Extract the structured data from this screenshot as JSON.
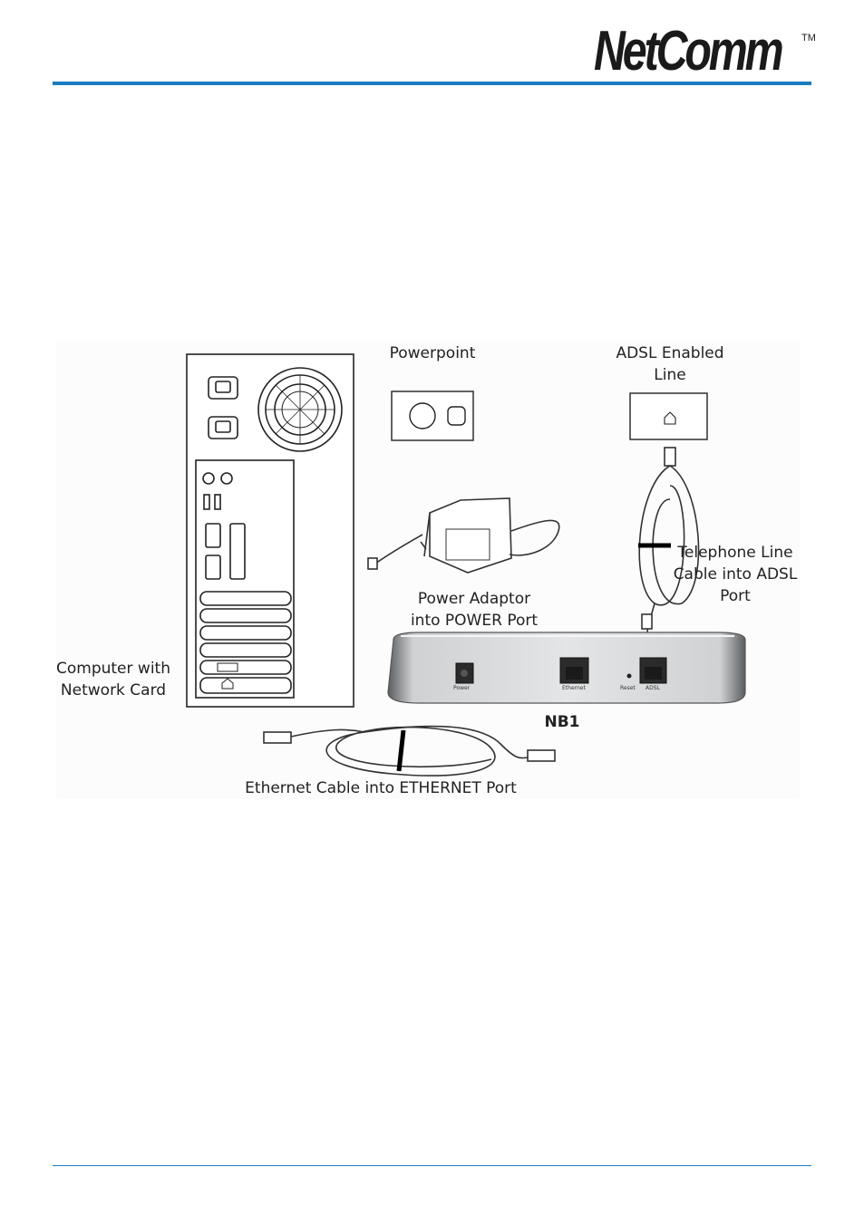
{
  "header": {
    "logo_text": "NetComm",
    "logo_tm": "TM",
    "accent_color": "#1b7dc1"
  },
  "diagram": {
    "labels": {
      "powerpoint": "Powerpoint",
      "adsl_line": "ADSL Enabled\nLine",
      "telephone_cable": "Telephone Line\nCable into ADSL\nPort",
      "power_adaptor": "Power Adaptor\ninto POWER Port",
      "computer": "Computer with\nNetwork Card",
      "device": "NB1",
      "ethernet_cable": "Ethernet Cable into ETHERNET Port"
    },
    "port_labels": {
      "power": "Power",
      "ethernet": "Ethernet",
      "reset": "Reset",
      "adsl": "ADSL"
    }
  }
}
